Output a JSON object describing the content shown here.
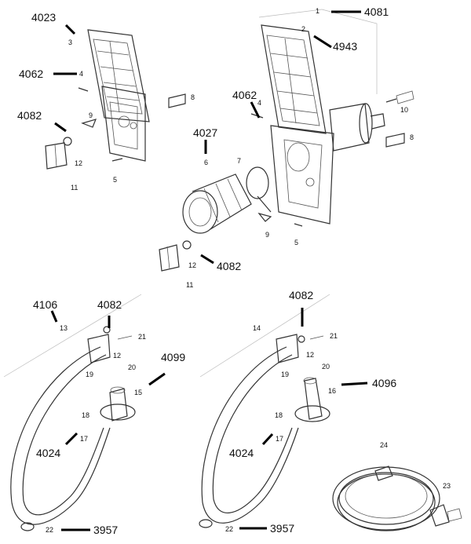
{
  "index_labels": {
    "i1": "1",
    "i2": "2",
    "i3": "3",
    "i4a": "4",
    "i4b": "4",
    "i5a": "5",
    "i5b": "5",
    "i6": "6",
    "i7": "7",
    "i8a": "8",
    "i8b": "8",
    "i9a": "9",
    "i9b": "9",
    "i10": "10",
    "i11a": "11",
    "i11b": "11",
    "i12a": "12",
    "i12b": "12",
    "i12c": "12",
    "i12d": "12",
    "i13": "13",
    "i14": "14",
    "i15": "15",
    "i16": "16",
    "i17a": "17",
    "i17b": "17",
    "i18a": "18",
    "i18b": "18",
    "i19a": "19",
    "i19b": "19",
    "i20a": "20",
    "i20b": "20",
    "i21a": "21",
    "i21b": "21",
    "i22a": "22",
    "i22b": "22",
    "i23": "23",
    "i24": "24"
  },
  "part_numbers": {
    "p4081": "4081",
    "p4943": "4943",
    "p4023": "4023",
    "p4062a": "4062",
    "p4062b": "4062",
    "p4082a": "4082",
    "p4082b": "4082",
    "p4082c": "4082",
    "p4082d": "4082",
    "p4027": "4027",
    "p4106": "4106",
    "p4099": "4099",
    "p4096": "4096",
    "p4024a": "4024",
    "p4024b": "4024",
    "p3957a": "3957",
    "p3957b": "3957"
  }
}
